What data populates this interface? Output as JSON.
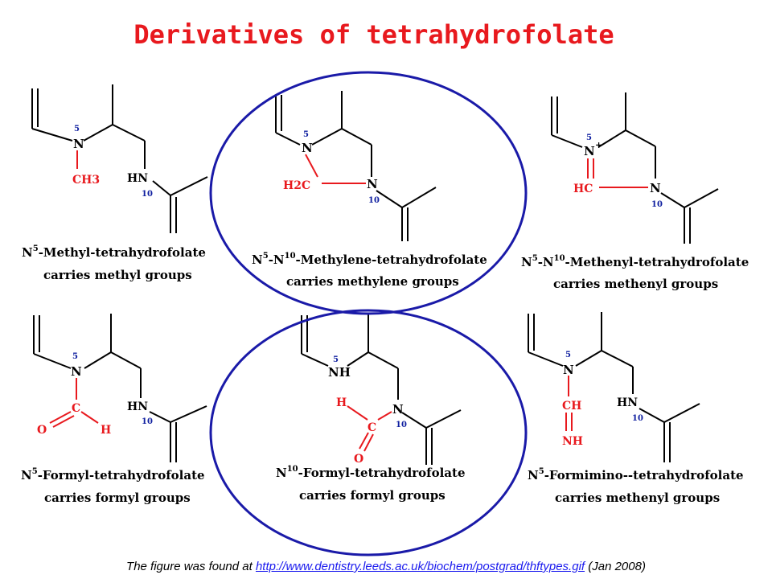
{
  "title": "Derivatives of tetrahydrofolate",
  "colors": {
    "title": "#e8191e",
    "bond": "#000000",
    "red": "#e8191e",
    "blue": "#1020a0",
    "ring": "#1a1aa8"
  },
  "atoms": {
    "n": "N",
    "hn": "HN",
    "nh": "NH",
    "nplus": "N+",
    "ch3": "CH3",
    "h2c": "H2C",
    "hc": "HC",
    "c": "C",
    "ch": "CH",
    "o": "O",
    "h": "H",
    "n5": "5",
    "n10": "10"
  },
  "panels": [
    {
      "id": "methyl",
      "name": "N5-Methyl-tetrahydrofolate",
      "sup": "5",
      "name_rest": "-Methyl-tetrahydrofolate",
      "desc": "carries methyl groups"
    },
    {
      "id": "methylene",
      "name": "N5-N10-Methylene-tetrahydrofolate",
      "sup1": "5",
      "mid": "-N",
      "sup2": "10",
      "name_rest": "-Methylene-tetrahydrofolate",
      "desc": "carries methylene groups"
    },
    {
      "id": "methenyl",
      "name": "N5-N10-Methenyl-tetrahydrofolate",
      "sup1": "5",
      "mid": "-N",
      "sup2": "10",
      "name_rest": "-Methenyl-tetrahydrofolate",
      "desc": "carries methenyl groups"
    },
    {
      "id": "formyl5",
      "name": "N5-Formyl-tetrahydrofolate",
      "sup": "5",
      "name_rest": "-Formyl-tetrahydrofolate",
      "desc": "carries formyl groups"
    },
    {
      "id": "formyl10",
      "name": "N10-Formyl-tetrahydrofolate",
      "sup": "10",
      "name_rest": "-Formyl-tetrahydrofolate",
      "desc": "carries formyl groups"
    },
    {
      "id": "formimino",
      "name": "N5-Formimino--tetrahydrofolate",
      "sup": "5",
      "name_rest": "-Formimino--tetrahydrofolate",
      "desc": "carries methenyl groups"
    }
  ],
  "footer": {
    "prefix": "The figure was found at ",
    "link": "http://www.dentistry.leeds.ac.uk/biochem/postgrad/thftypes.gif",
    "suffix": " (Jan 2008)"
  }
}
